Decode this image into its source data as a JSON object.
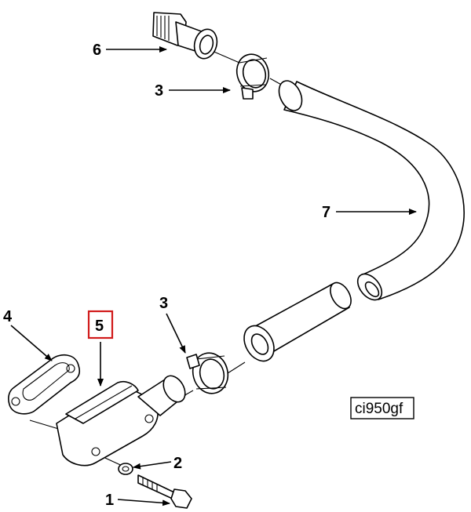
{
  "callouts": {
    "c1": "1",
    "c2": "2",
    "c3a": "3",
    "c3b": "3",
    "c4": "4",
    "c5": "5",
    "c6": "6",
    "c7": "7"
  },
  "highlighted_callout": "5",
  "highlight_color": "#d11a1a",
  "diagram_code": "ci950gf"
}
